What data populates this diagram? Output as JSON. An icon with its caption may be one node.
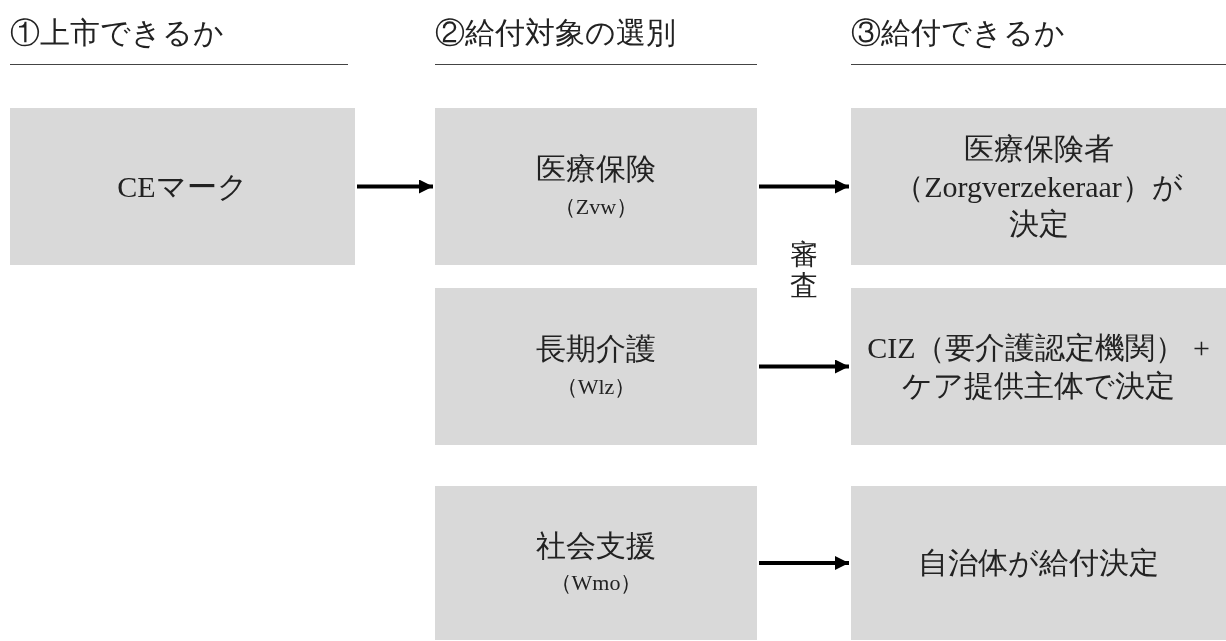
{
  "diagram": {
    "nodes": [
      {
        "text": [
          "CEマーク"
        ]
      },
      {
        "text": [
          "医療保険",
          "（Zvw）"
        ]
      },
      {
        "text": [
          "医療保険者（Zorgverzekeraar）が決定"
        ]
      },
      {
        "text": [
          "長期介護",
          "（Wlz）"
        ]
      },
      {
        "text": [
          "CIZ（要介護認定機関） + ケア提供主体で決定"
        ]
      },
      {
        "text": [
          "社会支援",
          "（Wmo）"
        ]
      },
      {
        "text": [
          "自治体が給付決定"
        ]
      }
    ],
    "edges": [
      {
        "from": 0,
        "to": 1,
        "arrow": "to"
      },
      {
        "from": 1,
        "to": 2,
        "arrow": "to"
      },
      {
        "from": 3,
        "to": 4,
        "arrow": "to"
      },
      {
        "from": 5,
        "to": 6,
        "arrow": "to"
      }
    ],
    "labels": [
      "①上市できるか",
      "②給付対象の選別",
      "③給付できるか",
      "審査"
    ]
  }
}
